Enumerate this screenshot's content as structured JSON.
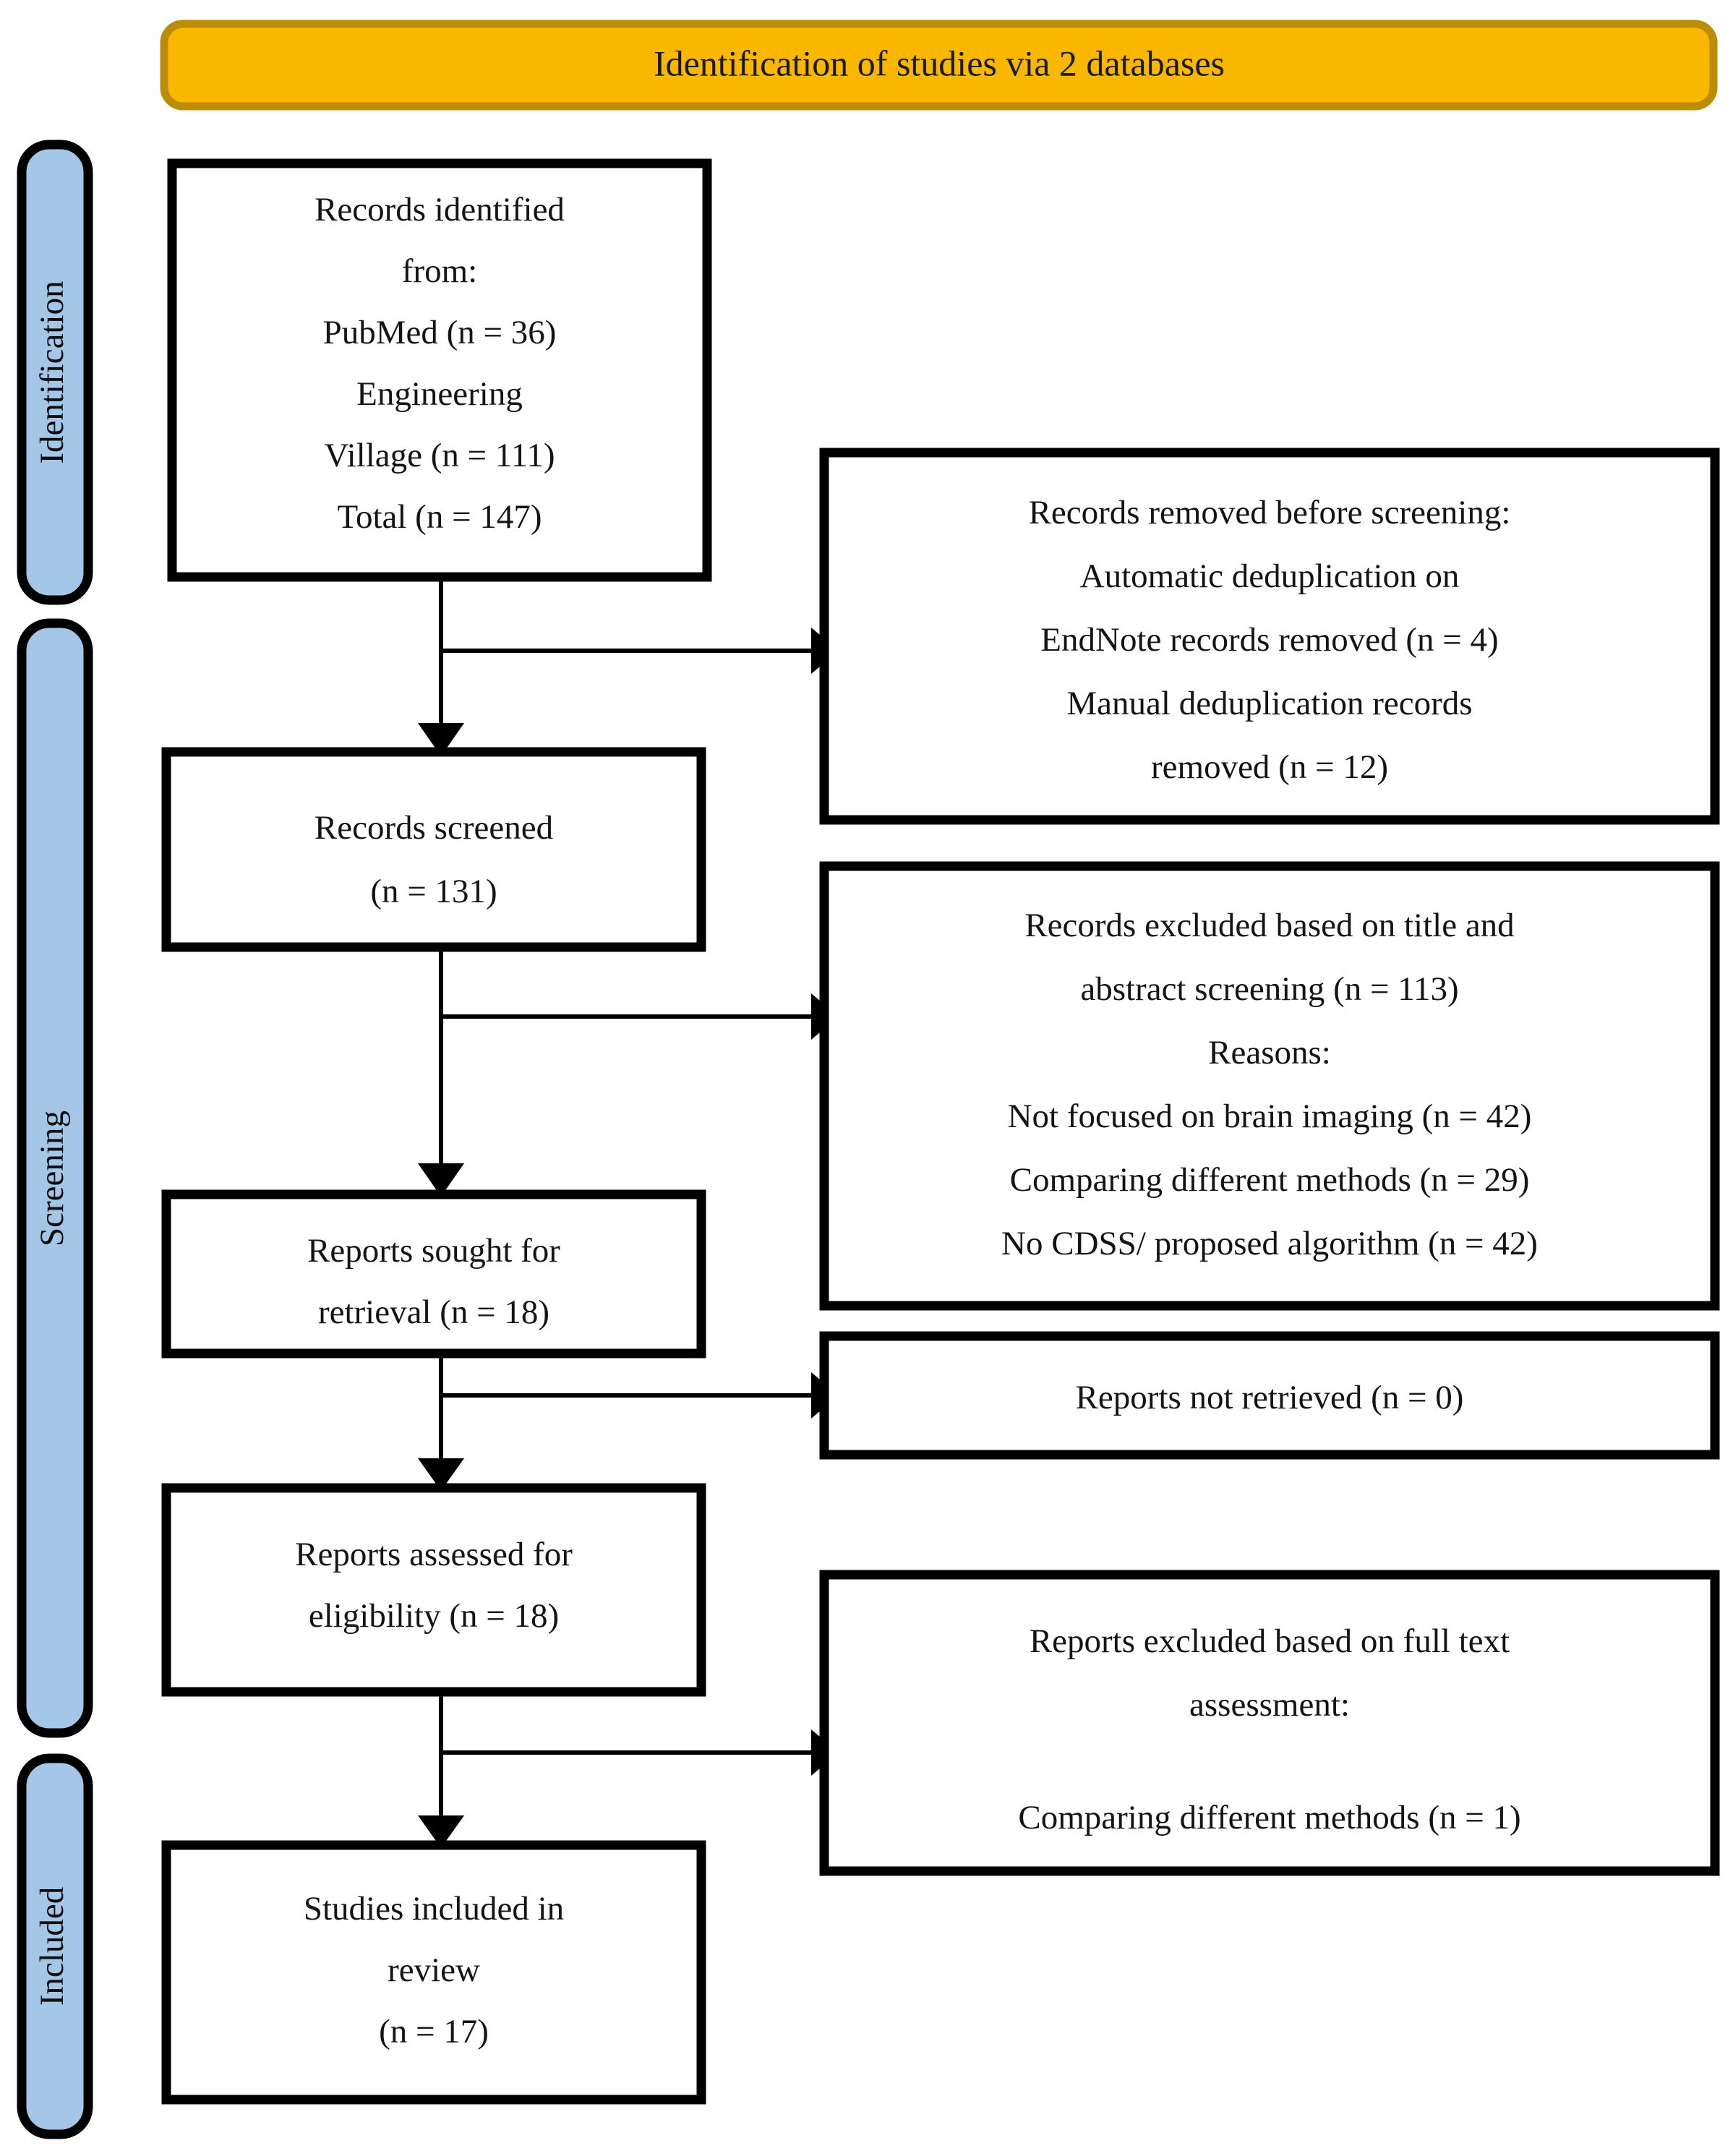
{
  "header": {
    "title": "Identification of studies via 2 databases",
    "fill_color": "#f9b700",
    "border_color": "#bc8c06"
  },
  "stages": [
    {
      "label": "Identification",
      "color": "#a4c7e8"
    },
    {
      "label": "Screening",
      "color": "#a4c7e8"
    },
    {
      "label": "Included",
      "color": "#a4c7e8"
    }
  ],
  "nodes": {
    "records_identified": {
      "name": "records-identified",
      "lines": [
        "Records identified",
        "from:",
        "PubMed  (n = 36)",
        "Engineering",
        "Village (n = 111)",
        "Total (n = 147)"
      ]
    },
    "records_removed": {
      "name": "records-removed-before-screening",
      "lines": [
        "Records removed before screening:",
        "Automatic deduplication  on",
        "EndNote records removed (n = 4)",
        "Manual  deduplication records",
        "removed (n = 12)"
      ]
    },
    "records_screened": {
      "name": "records-screened",
      "lines": [
        "Records screened",
        "(n = 131)"
      ]
    },
    "records_excluded": {
      "name": "records-excluded-title-abstract",
      "lines": [
        "Records excluded based on title and",
        "abstract screening (n = 113)",
        "Reasons:",
        "Not focused on brain imaging  (n = 42)",
        "Comparing  different methods (n = 29)",
        "No CDSS/ proposed algorithm (n = 42)"
      ]
    },
    "reports_sought": {
      "name": "reports-sought-for-retrieval",
      "lines": [
        "Reports sought for",
        "retrieval (n = 18)"
      ]
    },
    "reports_not_retrieved": {
      "name": "reports-not-retrieved",
      "lines": [
        "Reports not retrieved (n = 0)"
      ]
    },
    "reports_assessed": {
      "name": "reports-assessed-for-eligibility",
      "lines": [
        "Reports assessed for",
        "eligibility (n = 18)"
      ]
    },
    "reports_excluded_fulltext": {
      "name": "reports-excluded-full-text",
      "lines": [
        "Reports excluded based on full text",
        "assessment:",
        "",
        "Comparing different methods (n = 1)"
      ]
    },
    "studies_included": {
      "name": "studies-included-in-review",
      "lines": [
        "Studies included  in",
        "review",
        "(n = 17)"
      ]
    }
  },
  "chart_data": {
    "type": "diagram",
    "diagram_kind": "PRISMA flow diagram",
    "title": "Identification of studies via 2 databases",
    "stages": [
      "Identification",
      "Screening",
      "Included"
    ],
    "counts": {
      "pubmed_identified": 36,
      "engineering_village_identified": 111,
      "total_identified": 147,
      "endnote_auto_dedup_removed": 4,
      "manual_dedup_removed": 12,
      "records_screened": 131,
      "records_excluded_title_abstract": 113,
      "excluded_not_focused_brain_imaging": 42,
      "excluded_comparing_different_methods": 29,
      "excluded_no_cdss_proposed_algorithm": 42,
      "reports_sought_for_retrieval": 18,
      "reports_not_retrieved": 0,
      "reports_assessed_for_eligibility": 18,
      "reports_excluded_comparing_methods": 1,
      "studies_included_in_review": 17
    }
  }
}
